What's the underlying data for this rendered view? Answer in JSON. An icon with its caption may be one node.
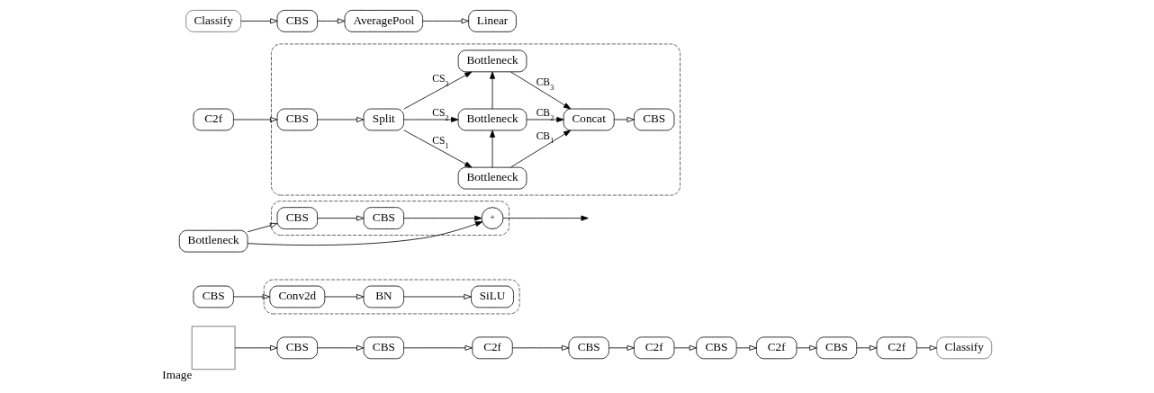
{
  "diagram": {
    "nodes": [
      {
        "text": [
          "Image"
        ]
      },
      {
        "text": [
          "CBS"
        ]
      },
      {
        "text": [
          "CBS"
        ]
      },
      {
        "text": [
          "C2f"
        ]
      },
      {
        "text": [
          "CBS"
        ]
      },
      {
        "text": [
          "C2f"
        ]
      },
      {
        "text": [
          "CBS"
        ]
      },
      {
        "text": [
          "C2f"
        ]
      },
      {
        "text": [
          "CBS"
        ]
      },
      {
        "text": [
          "C2f"
        ]
      },
      {
        "text": [
          "Classify"
        ]
      },
      {
        "text": [
          "CBS"
        ]
      },
      {
        "text": [],
        "shape": "box"
      },
      {
        "text": [
          "Conv2d"
        ],
        "in": 12
      },
      {
        "text": [
          "BN"
        ],
        "in": 12
      },
      {
        "text": [
          "SiLU"
        ],
        "in": 12
      },
      {
        "text": [
          "Bottleneck"
        ]
      },
      {
        "text": [],
        "shape": "box"
      },
      {
        "text": [
          "CBS"
        ],
        "in": 17
      },
      {
        "text": [
          "CBS"
        ],
        "in": 17
      },
      {
        "text": [
          "+"
        ],
        "in": 17
      },
      {
        "text": [
          "C2f"
        ]
      },
      {
        "text": [],
        "shape": "box"
      },
      {
        "text": [
          "CBS"
        ],
        "in": 22
      },
      {
        "text": [
          "Split"
        ],
        "in": 22
      },
      {
        "text": [
          "Bottleneck"
        ],
        "in": 22
      },
      {
        "text": [
          "Bottleneck"
        ],
        "in": 22
      },
      {
        "text": [
          "Bottleneck"
        ],
        "in": 22
      },
      {
        "text": [
          "Concat"
        ],
        "in": 22
      },
      {
        "text": [
          "CBS"
        ],
        "in": 22
      },
      {
        "text": [
          "Classify"
        ]
      },
      {
        "text": [
          "CBS"
        ]
      },
      {
        "text": [
          "AveragePool"
        ]
      },
      {
        "text": [
          "Linear"
        ]
      }
    ],
    "edges": [
      {
        "from": 0,
        "to": 1,
        "arrow": "to"
      },
      {
        "from": 1,
        "to": 2,
        "arrow": "to"
      },
      {
        "from": 2,
        "to": 3,
        "arrow": "to"
      },
      {
        "from": 3,
        "to": 4,
        "arrow": "to"
      },
      {
        "from": 4,
        "to": 5,
        "arrow": "to"
      },
      {
        "from": 5,
        "to": 6,
        "arrow": "to"
      },
      {
        "from": 6,
        "to": 7,
        "arrow": "to"
      },
      {
        "from": 7,
        "to": 8,
        "arrow": "to"
      },
      {
        "from": 8,
        "to": 9,
        "arrow": "to"
      },
      {
        "from": 9,
        "to": 10,
        "arrow": "to"
      },
      {
        "from": 11,
        "to": 13,
        "arrow": "to"
      },
      {
        "from": 13,
        "to": 14,
        "arrow": "to"
      },
      {
        "from": 14,
        "to": 15,
        "arrow": "to"
      },
      {
        "from": 16,
        "to": 18,
        "arrow": "to"
      },
      {
        "from": 18,
        "to": 19,
        "arrow": "to"
      },
      {
        "from": 19,
        "to": 20,
        "arrow": "to"
      },
      {
        "from": 16,
        "to": 20,
        "arrow": "to"
      },
      {
        "from": 20,
        "to": null,
        "arrow": "to"
      },
      {
        "from": 21,
        "to": 23,
        "arrow": "to"
      },
      {
        "from": 23,
        "to": 24,
        "arrow": "to"
      },
      {
        "from": 24,
        "to": 25,
        "arrow": "to",
        "label": "CS$_{3}$"
      },
      {
        "from": 24,
        "to": 26,
        "arrow": "to",
        "label": "CS$_{2}$"
      },
      {
        "from": 24,
        "to": 27,
        "arrow": "to",
        "label": "CS$_{1}$"
      },
      {
        "from": 25,
        "to": 28,
        "arrow": "to",
        "label": "CB$_{3}$"
      },
      {
        "from": 26,
        "to": 25,
        "arrow": "to"
      },
      {
        "from": 26,
        "to": 28,
        "arrow": "to",
        "label": "CB$_{2}$"
      },
      {
        "from": 27,
        "to": 26,
        "arrow": "to"
      },
      {
        "from": 27,
        "to": 28,
        "arrow": "to",
        "label": "CB$_{1}$"
      },
      {
        "from": 28,
        "to": 29,
        "arrow": "to"
      },
      {
        "from": 30,
        "to": 31,
        "arrow": "to"
      },
      {
        "from": 31,
        "to": 32,
        "arrow": "to"
      },
      {
        "from": 32,
        "to": 33,
        "arrow": "to"
      }
    ]
  }
}
